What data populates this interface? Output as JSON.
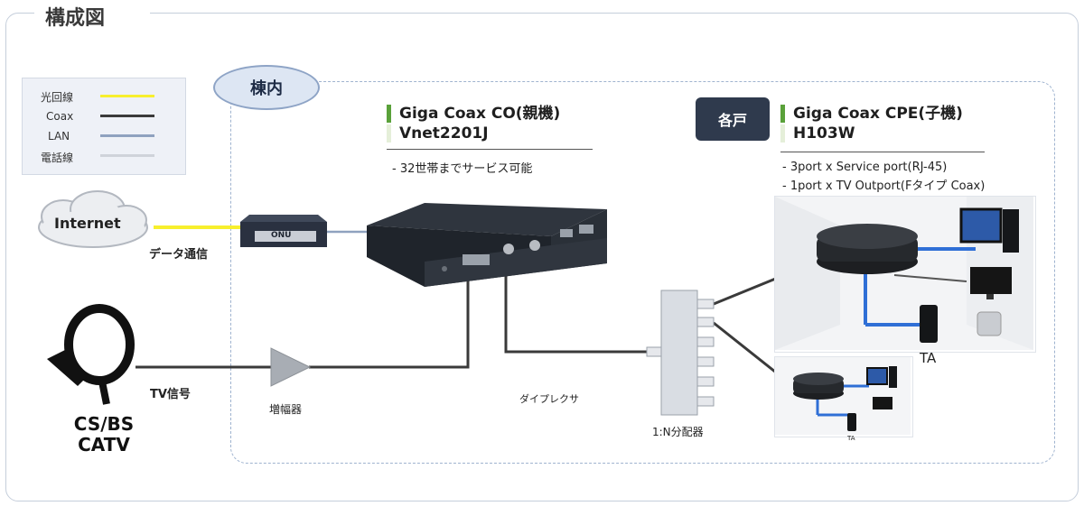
{
  "title": "構成図",
  "legend": {
    "items": [
      {
        "label": "光回線",
        "color": "#f7ef2d"
      },
      {
        "label": "Coax",
        "color": "#3a3a3a"
      },
      {
        "label": "LAN",
        "color": "#8fa2bf"
      },
      {
        "label": "電話線",
        "color": "#cfd3da"
      }
    ]
  },
  "building_label": "棟内",
  "unit_label": "各戸",
  "internet_label": "Internet",
  "data_comm_label": "データ通信",
  "onu_label": "ONU",
  "tv_signal_label": "TV信号",
  "antenna_label_line1": "CS/BS",
  "antenna_label_line2": "CATV",
  "amplifier_label": "増幅器",
  "diplexer_label": "ダイプレクサ",
  "splitter_label": "1:N分配器",
  "co": {
    "title": "Giga Coax CO(親機)",
    "model": "Vnet2201J",
    "notes": [
      "- 32世帯までサービス可能"
    ]
  },
  "cpe": {
    "title": "Giga Coax CPE(子機)",
    "model": "H103W",
    "notes": [
      "- 3port x Service port(RJ-45)",
      "- 1port x TV Outport(Fタイプ Coax)"
    ]
  },
  "ta_label_large": "TA",
  "ta_label_small": "TA",
  "colors": {
    "fiber": "#f7ef2d",
    "coax": "#3a3a3a",
    "lan": "#8fa2bf",
    "lan_blue": "#2f6fd6",
    "phone": "#cfd3da",
    "accent_green": "#5aa13a"
  }
}
